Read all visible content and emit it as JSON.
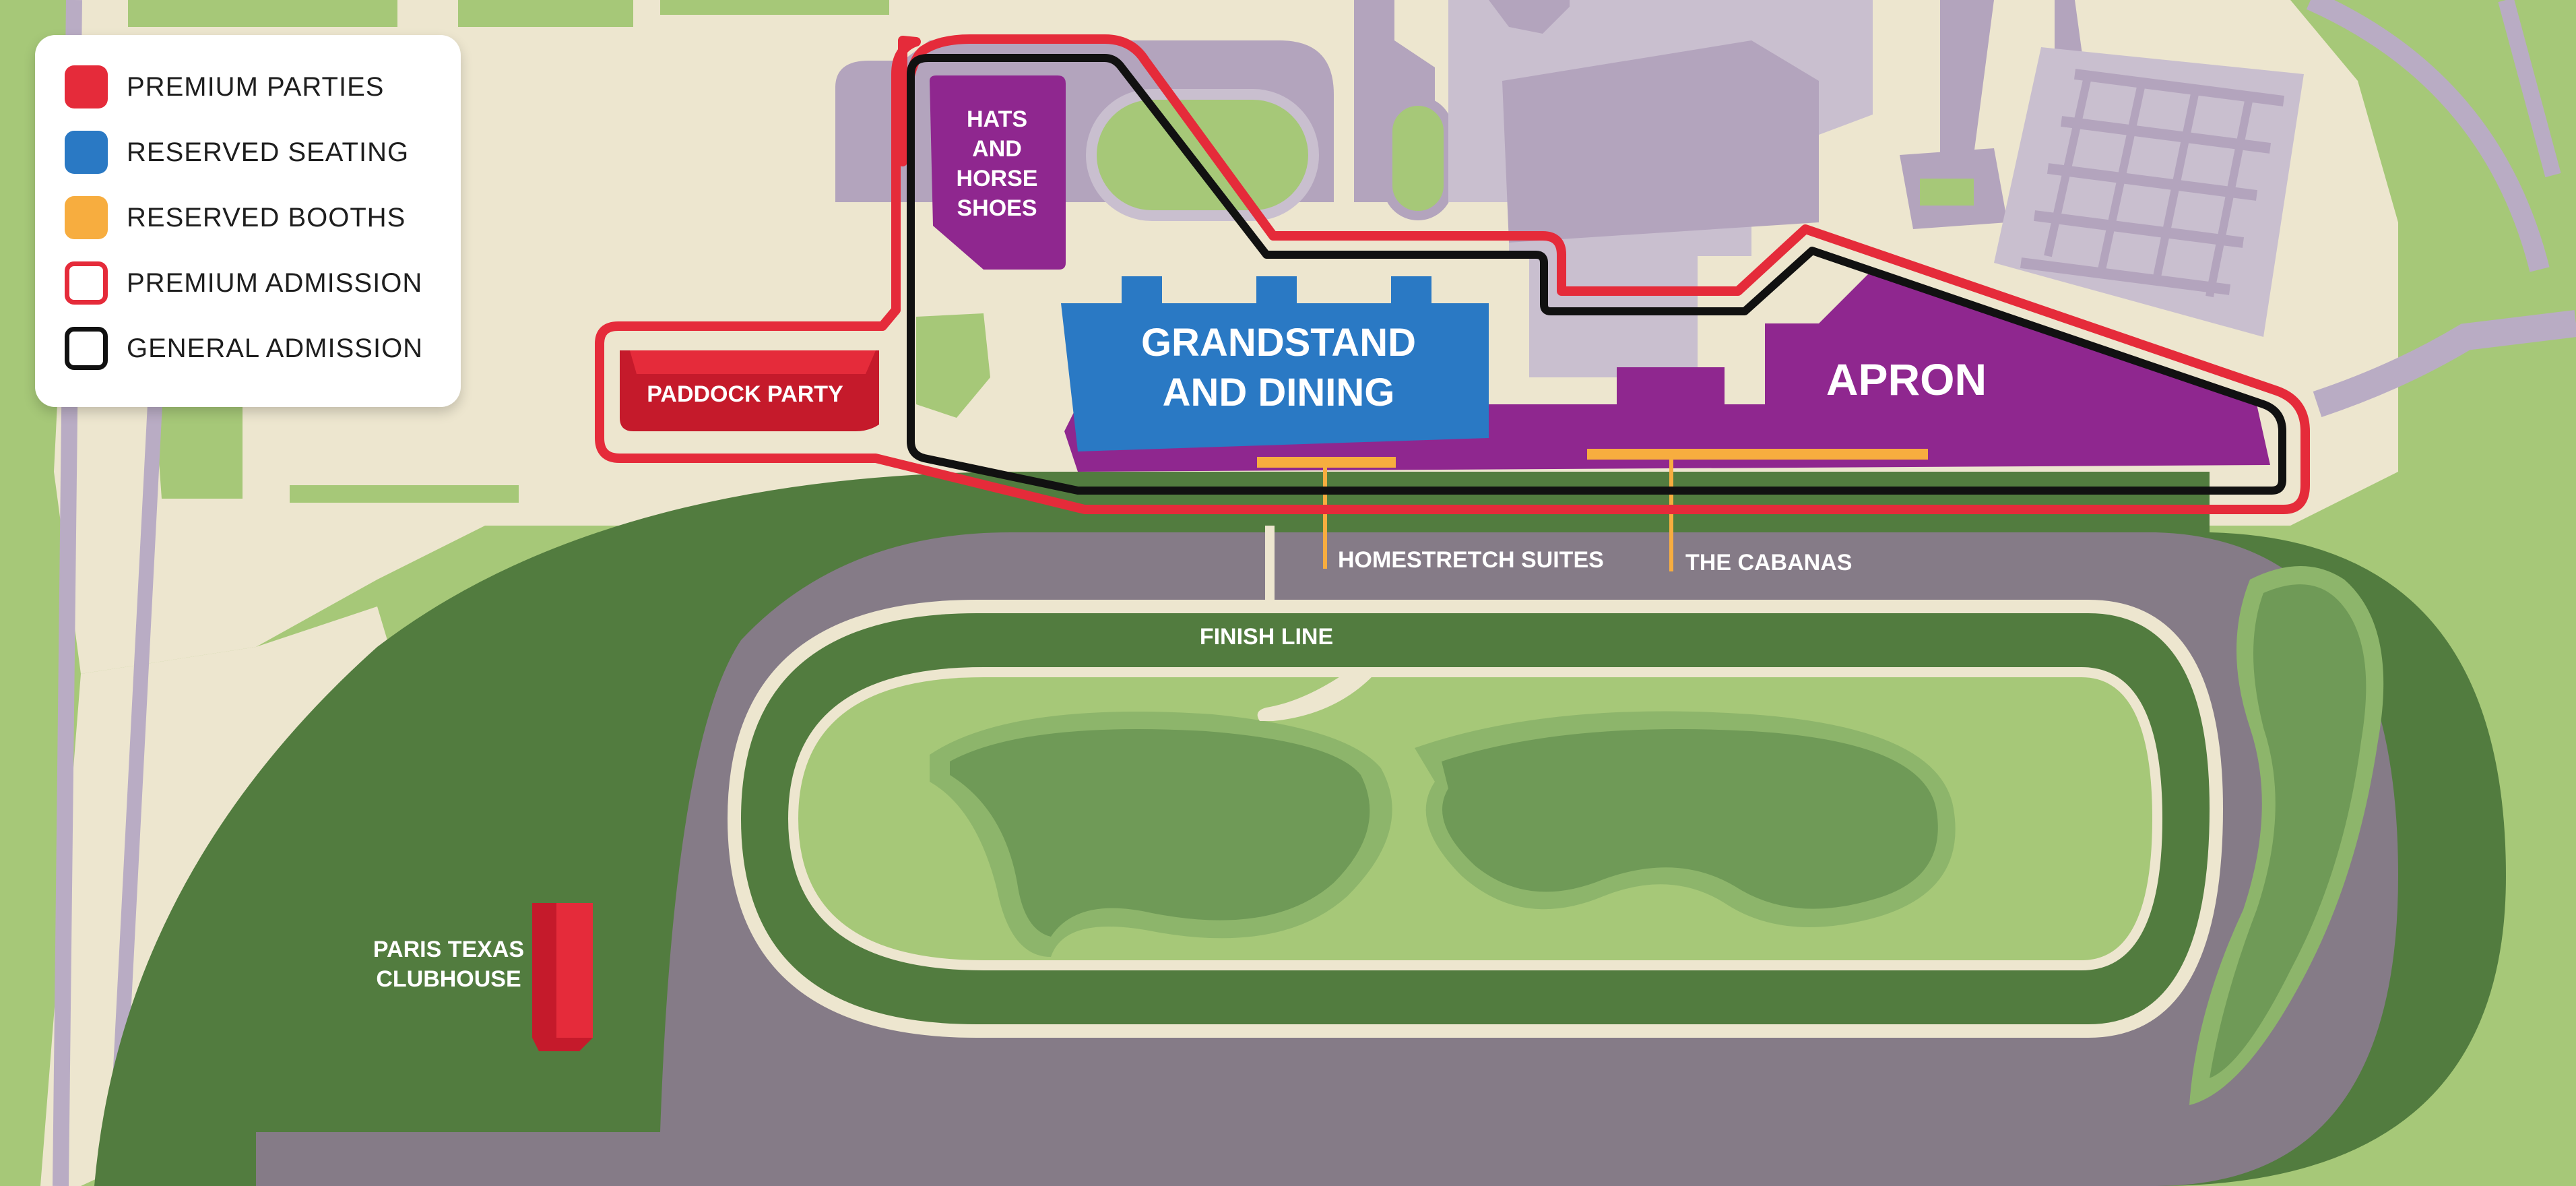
{
  "colors": {
    "grass": "#a6c878",
    "grass_dark": "#7fa85e",
    "sand": "#ede6cf",
    "building": "#b3a4bd",
    "building_light": "#c9bfcf",
    "track_outer": "#527c3f",
    "track_dirt": "#857b87",
    "premium_parties": "#e52b3a",
    "reserved_seating": "#2a79c4",
    "reserved_booths": "#f7ad3f",
    "premium_admission": "#e52b3a",
    "general_admission": "#111111",
    "purple_area": "#8f278f",
    "clubhouse_label_bg": "#527c3f"
  },
  "legend": {
    "items": [
      {
        "label": "PREMIUM PARTIES",
        "swatch": "filled",
        "color": "#e52b3a"
      },
      {
        "label": "RESERVED SEATING",
        "swatch": "filled",
        "color": "#2a79c4"
      },
      {
        "label": "RESERVED BOOTHS",
        "swatch": "filled",
        "color": "#f7ad3f"
      },
      {
        "label": "PREMIUM ADMISSION",
        "swatch": "outline",
        "color": "#e52b3a"
      },
      {
        "label": "GENERAL ADMISSION",
        "swatch": "outline",
        "color": "#111111"
      }
    ]
  },
  "labels": {
    "paddock_party": "PADDOCK PARTY",
    "hats_line1": "HATS",
    "hats_line2": "AND",
    "hats_line3": "HORSE",
    "hats_line4": "SHOES",
    "grandstand_line1": "GRANDSTAND",
    "grandstand_line2": "AND DINING",
    "apron": "APRON",
    "homestretch_suites": "HOMESTRETCH SUITES",
    "the_cabanas": "THE CABANAS",
    "finish_line": "FINISH LINE",
    "clubhouse_line1": "PARIS TEXAS",
    "clubhouse_line2": "CLUBHOUSE"
  }
}
